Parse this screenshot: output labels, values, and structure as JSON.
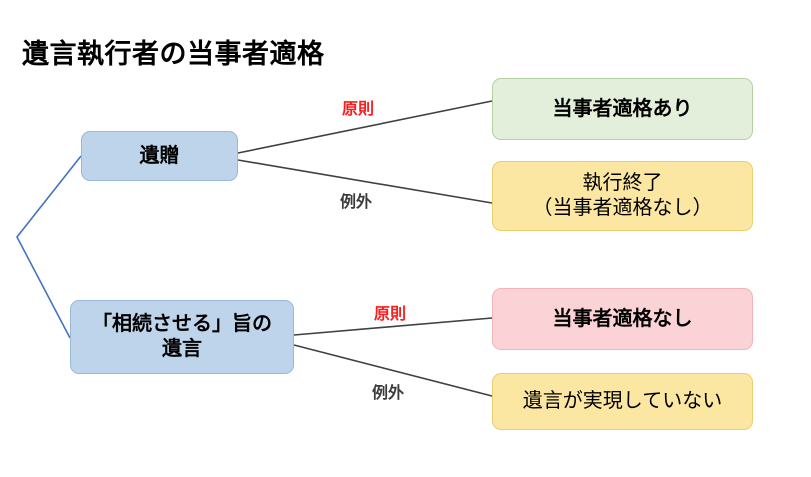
{
  "slide": {
    "title": "遺言執行者の当事者適格",
    "background_color": "#ffffff"
  },
  "colors": {
    "source_fill": "#bdd4ea",
    "source_border": "#9ab9d8",
    "green_fill": "#e3efda",
    "green_border": "#b4d0a1",
    "yellow_fill": "#fbe6a2",
    "yellow_border": "#e8cf72",
    "pink_fill": "#fbd3d6",
    "pink_border": "#f0b4ba",
    "principle_label": "#fa1d1d",
    "exception_label": "#3b3b3b",
    "connector_line": "#404040",
    "bracket_line": "#4472c4"
  },
  "nodes": {
    "source_bequest": {
      "label": "遺贈"
    },
    "source_inheritance_will": {
      "line1": "「相続させる」旨の",
      "line2": "遺言"
    },
    "outcome_standing_yes": {
      "label": "当事者適格あり"
    },
    "outcome_execution_finished": {
      "line1": "執行終了",
      "line2": "（当事者適格なし）"
    },
    "outcome_standing_no": {
      "label": "当事者適格なし"
    },
    "outcome_will_not_realized": {
      "label": "遺言が実現していない"
    }
  },
  "edge_labels": {
    "bequest_principle": "原則",
    "bequest_exception": "例外",
    "will_principle": "原則",
    "will_exception": "例外"
  }
}
